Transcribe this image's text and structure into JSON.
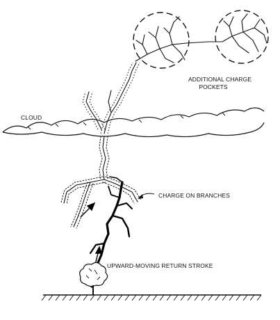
{
  "labels": {
    "additional_charge_line1": "ADDITIONAL CHARGE",
    "additional_charge_line2": "POCKETS",
    "cloud": "CLOUD",
    "charge_on_branches": "CHARGE ON BRANCHES",
    "upward_return_stroke": "UPWARD-MOVING RETURN STROKE"
  }
}
